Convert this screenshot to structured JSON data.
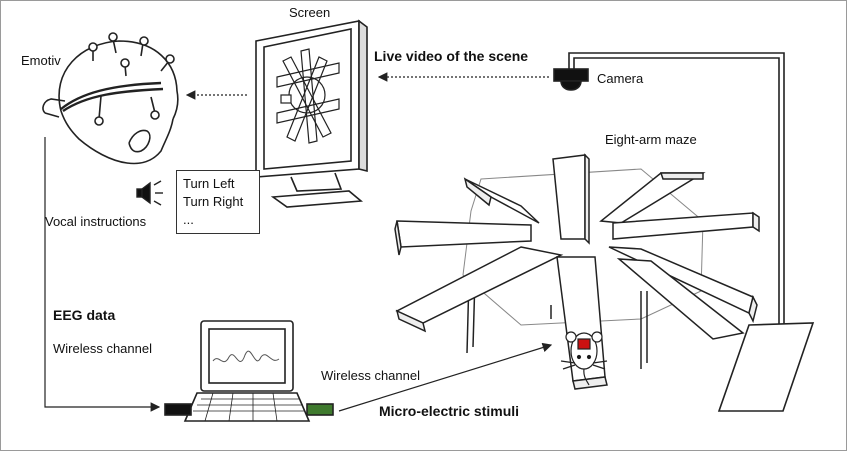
{
  "labels": {
    "emotiv": "Emotiv",
    "screen": "Screen",
    "live_video": "Live video of the scene",
    "camera": "Camera",
    "eight_arm_maze": "Eight-arm maze",
    "vocal_instructions": "Vocal instructions",
    "eeg_data": "EEG data",
    "wireless_channel_left": "Wireless channel",
    "wireless_channel_bottom": "Wireless channel",
    "micro_electric_stimuli": "Micro-electric stimuli"
  },
  "instructions": [
    "Turn Left",
    "Turn Right",
    "..."
  ],
  "colors": {
    "line": "#222222",
    "green_port": "#3f7a2e",
    "black_port": "#111111",
    "rat_backpack": "#cc1111"
  },
  "icons": [
    "eeg-headset-icon",
    "monitor-icon",
    "camera-icon",
    "speaker-icon",
    "laptop-icon",
    "rat-icon"
  ]
}
